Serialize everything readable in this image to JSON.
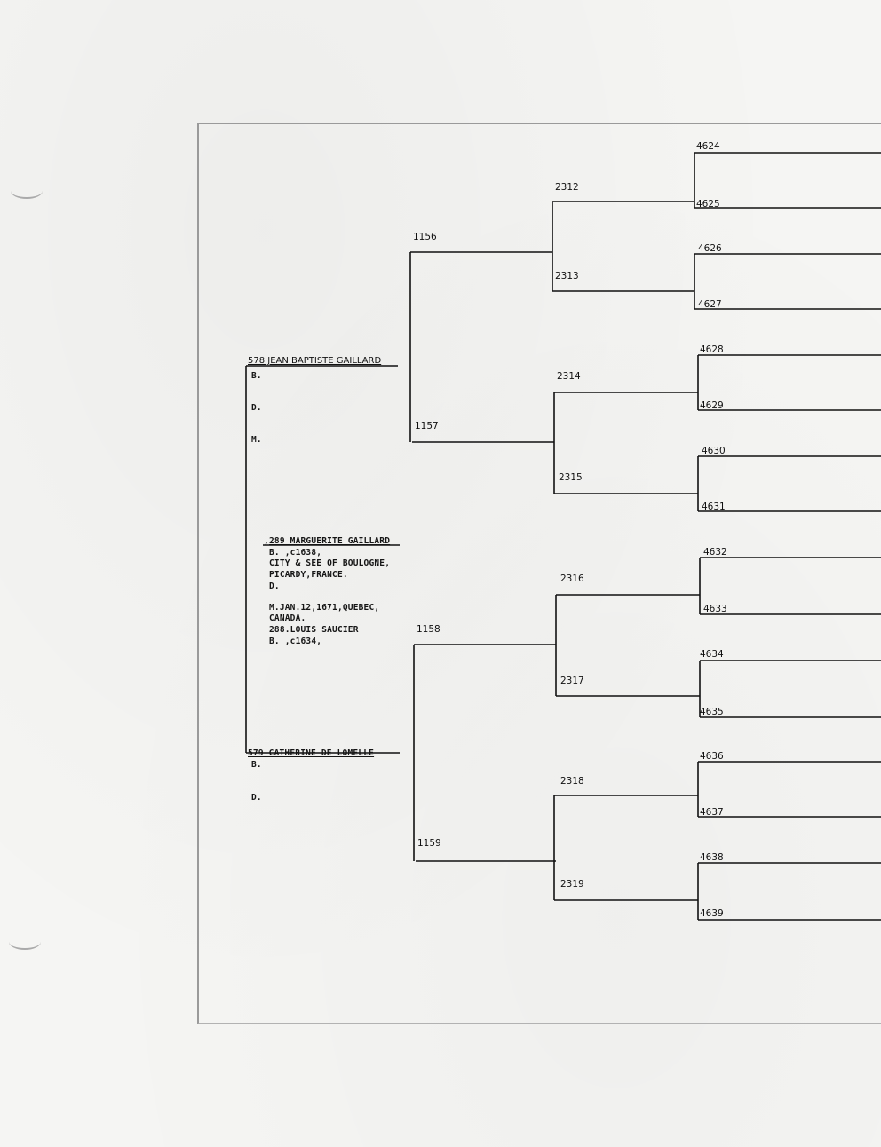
{
  "subject": {
    "marker": ",",
    "name": "289 MARGUERITE GAILLARD",
    "lines": [
      "B.        ,c1638,",
      "CITY & SEE OF BOULOGNE,",
      "PICARDY,FRANCE.",
      "D.",
      "",
      "M.JAN.12,1671,QUEBEC,",
      "CANADA.",
      "288.LOUIS SAUCIER",
      "B.         ,c1634,"
    ]
  },
  "father": {
    "name": "578 JEAN BAPTISTE GAILLARD",
    "b": "B.",
    "d": "D.",
    "m": "M."
  },
  "mother": {
    "name": "579 CATHERINE    DE LOMELLE",
    "b": "B.",
    "d": "D."
  },
  "gen3": [
    "1156",
    "1157",
    "1158",
    "1159"
  ],
  "gen4": [
    "2312",
    "2313",
    "2314",
    "2315",
    "2316",
    "2317",
    "2318",
    "2319"
  ],
  "gen5": [
    "4624",
    "4625",
    "4626",
    "4627",
    "4628",
    "4629",
    "4630",
    "4631",
    "4632",
    "4633",
    "4634",
    "4635",
    "4636",
    "4637",
    "4638",
    "4639"
  ]
}
